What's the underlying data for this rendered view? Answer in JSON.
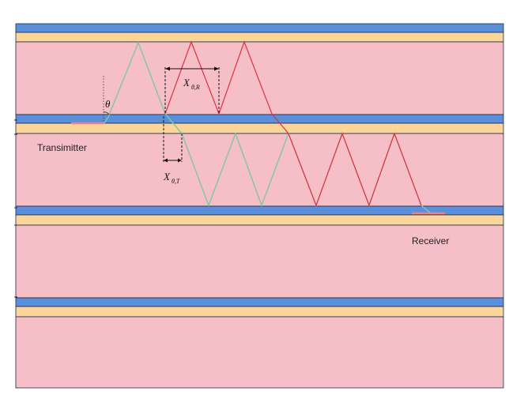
{
  "labels": {
    "transmitter": "Transimitter",
    "receiver": "Receiver",
    "theta": "θ",
    "x_r_main": "X",
    "x_r_sub": "θ,R",
    "x_t_main": "X",
    "x_t_sub": "θ,T"
  },
  "colors": {
    "core": "#f6bfc8",
    "cladding_blue": "#5b8fdc",
    "cladding_tan": "#fbd59a",
    "layer_border": "#1a2b4a",
    "ray_red": "#e0303e",
    "ray_green": "#7ec8a0",
    "emitter_pad": "#f28080"
  }
}
